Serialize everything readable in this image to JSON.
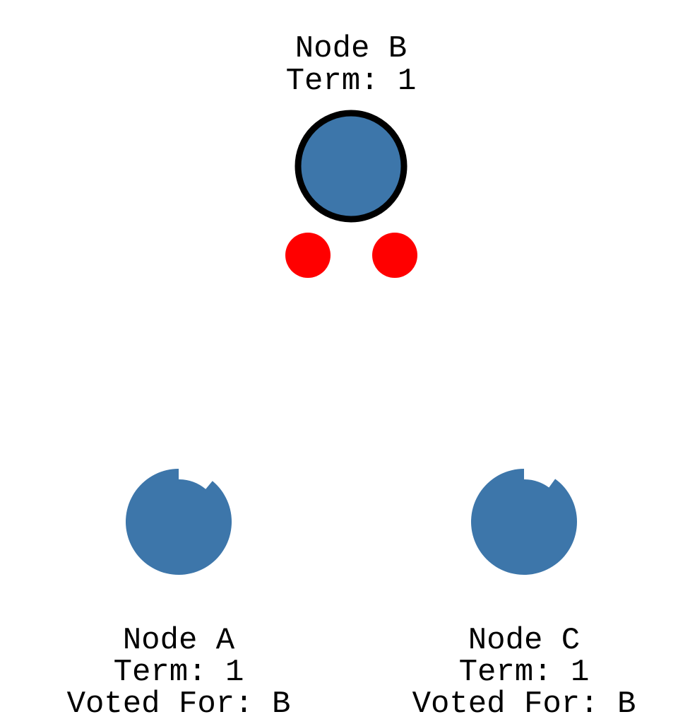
{
  "colors": {
    "node_fill": "#3d76aa",
    "leader_stroke": "#000000",
    "message": "#ff0000",
    "background": "#ffffff",
    "text": "#000000"
  },
  "nodes": {
    "b": {
      "name": "Node B",
      "term": "Term: 1",
      "role": "leader"
    },
    "a": {
      "name": "Node A",
      "term": "Term: 1",
      "voted_for": "Voted For: B",
      "role": "follower",
      "timeout_elapsed_fraction": 0.11
    },
    "c": {
      "name": "Node C",
      "term": "Term: 1",
      "voted_for": "Voted For: B",
      "role": "follower",
      "timeout_elapsed_fraction": 0.1
    }
  },
  "messages": [
    {
      "from": "B",
      "to": "A"
    },
    {
      "from": "B",
      "to": "C"
    }
  ]
}
